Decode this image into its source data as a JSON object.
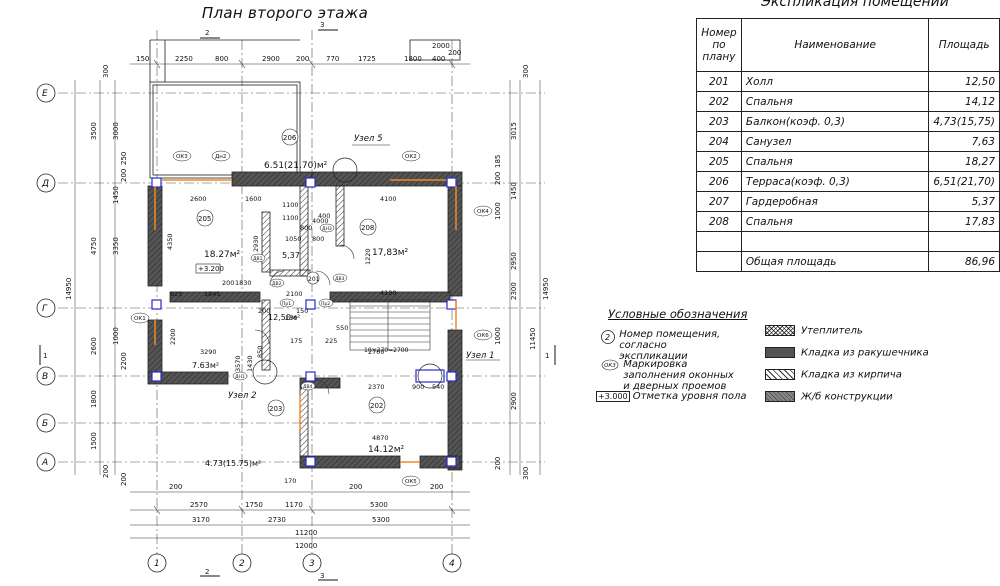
{
  "plan": {
    "title": "План второго этажа",
    "axes_vertical": [
      "1",
      "2",
      "3",
      "4"
    ],
    "axes_horizontal": [
      "Е",
      "Д",
      "Г",
      "В",
      "Б",
      "А"
    ],
    "rooms": [
      {
        "num": "206",
        "area": "6.51(21.70)м²"
      },
      {
        "num": "205",
        "area": "18.27м²"
      },
      {
        "num": "208",
        "area": "17,83м²"
      },
      {
        "num": "207",
        "area": "5,37"
      },
      {
        "num": "201",
        "area": "12,50м²"
      },
      {
        "num": "204",
        "area": "7.63м²"
      },
      {
        "num": "202",
        "area": "14.12м²"
      },
      {
        "num": "203",
        "area": "4.73(15.75)м²"
      }
    ],
    "nodes": [
      "Узел 5",
      "Узел 2",
      "Узел 1"
    ],
    "level_mark": "+3.200",
    "dims_top": [
      "150",
      "2250",
      "800",
      "2900",
      "200",
      "770",
      "1725",
      "1800",
      "400",
      "200",
      "2000"
    ],
    "dims_bottom_1": [
      "200",
      "2570",
      "1750",
      "1170",
      "200",
      "5300",
      "200"
    ],
    "dims_bottom_2": [
      "3170",
      "2730",
      "5300"
    ],
    "dims_bottom_total": [
      "11200",
      "12000"
    ],
    "dims_left": [
      "300",
      "3000",
      "3500",
      "4750",
      "3350",
      "14950",
      "250",
      "200",
      "1450",
      "2600",
      "1000",
      "2200",
      "1800",
      "1500",
      "200",
      "200"
    ],
    "dims_right": [
      "300",
      "3015",
      "185",
      "200",
      "1450",
      "1000",
      "2950",
      "14950",
      "2300",
      "1000",
      "2900",
      "200",
      "300",
      "11450"
    ],
    "inner_dims": [
      "2600",
      "1600",
      "4100",
      "4350",
      "2930",
      "1050",
      "800",
      "1220",
      "4100",
      "200",
      "1830",
      "925",
      "1845",
      "2100",
      "4000",
      "1100",
      "400",
      "550",
      "250",
      "2700",
      "3290",
      "2200",
      "3570",
      "175",
      "225",
      "2370",
      "900",
      "540",
      "4870",
      "150",
      "200",
      "850",
      "1430",
      "170",
      "400",
      "1100",
      "800"
    ],
    "opening_marks": [
      "ОК3",
      "Дн2",
      "ОК2",
      "ОК4",
      "ОК6",
      "ДН3",
      "ДВ2",
      "ДВ3",
      "ДВ1",
      "ДВ4",
      "ОК5",
      "ОК1",
      "ДН1",
      "Пр1",
      "Пр2"
    ],
    "section_marks": [
      "2",
      "3",
      "1"
    ],
    "stair": "10×270=2700"
  },
  "explication": {
    "title": "Экспликация помещений",
    "headers": [
      "Номер по плану",
      "Наименование",
      "Площадь"
    ],
    "rows": [
      [
        "201",
        "Холл",
        "12,50"
      ],
      [
        "202",
        "Спальня",
        "14,12"
      ],
      [
        "203",
        "Балкон(коэф. 0,3)",
        "4,73(15,75)"
      ],
      [
        "204",
        "Санузел",
        "7,63"
      ],
      [
        "205",
        "Спальня",
        "18,27"
      ],
      [
        "206",
        "Терраса(коэф. 0,3)",
        "6,51(21,70)"
      ],
      [
        "207",
        "Гардеробная",
        "5,37"
      ],
      [
        "208",
        "Спальня",
        "17,83"
      ]
    ],
    "total_label": "Общая площадь",
    "total_value": "86,96"
  },
  "legend": {
    "title": "Условные обозначения",
    "room_num_sample": "2",
    "room_num_text": "Номер помещения, согласно экспликации",
    "opening_sample": "ОК3",
    "opening_text": "Маркировка заполнения оконных и дверных проемов",
    "level_sample": "+3.000",
    "level_text": "Отметка уровня пола",
    "materials": [
      {
        "name": "Утеплитель",
        "pattern": "insulation"
      },
      {
        "name": "Кладка из ракушечника",
        "pattern": "shell"
      },
      {
        "name": "Кладка из кирпича",
        "pattern": "brick"
      },
      {
        "name": "Ж/б конструкции",
        "pattern": "concrete"
      }
    ]
  }
}
